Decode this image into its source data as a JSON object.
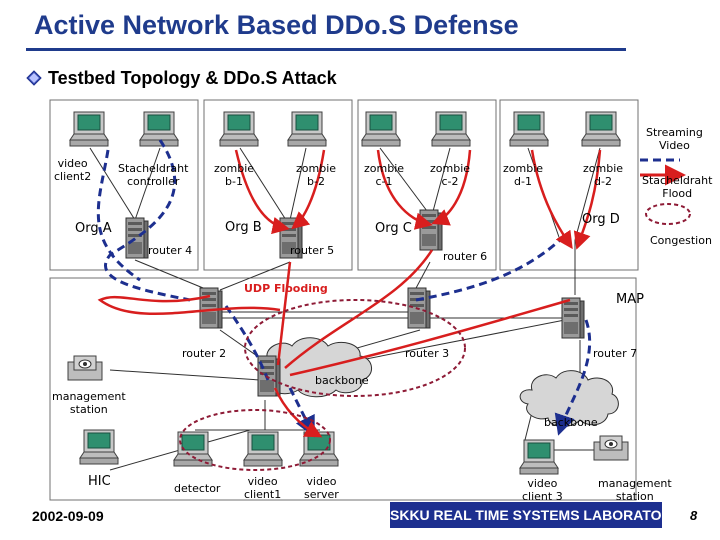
{
  "title": "Active Network Based DDo.S Defense",
  "subtitle": "Testbed Topology & DDo.S Attack",
  "orgs": {
    "a": "Org A",
    "b": "Org B",
    "c": "Org C",
    "d": "Org D"
  },
  "hosts": {
    "video_client2": "video\nclient2",
    "stacheldraht_controller": "Stacheldraht\ncontroller",
    "zombie_b1": "zombie\nb-1",
    "zombie_b2": "zombie\nb-2",
    "zombie_c1": "zombie\nc-1",
    "zombie_c2": "zombie\nc-2",
    "zombie_d1": "zombie\nd-1",
    "zombie_d2": "zombie\nd-2",
    "management_station_left": "management\nstation",
    "hic": "HIC",
    "detector": "detector",
    "video_client1": "video\nclient1",
    "video_server": "video\nserver",
    "video_client3": "video\nclient 3",
    "management_station_right": "management\nstation"
  },
  "routers": {
    "r4": "router 4",
    "r5": "router 5",
    "r6": "router 6",
    "r2": "router 2",
    "r3": "router 3",
    "r7": "router 7"
  },
  "clouds": {
    "center": "backbone",
    "right": "backbone"
  },
  "annotations": {
    "udp_flooding": "UDP Flooding",
    "map": "MAP"
  },
  "legend": {
    "streaming": "Streaming\nVideo",
    "flood": "Stacheldraht\nFlood",
    "congestion": "Congestion"
  },
  "colors": {
    "title": "#1f3b8c",
    "flood": "#d81e1e",
    "stream": "#1d2f8f",
    "congestion": "#8e1b36"
  },
  "footer": {
    "date": "2002-09-09",
    "lab": "SKKU REAL TIME SYSTEMS LABORATORY",
    "page": "8"
  }
}
